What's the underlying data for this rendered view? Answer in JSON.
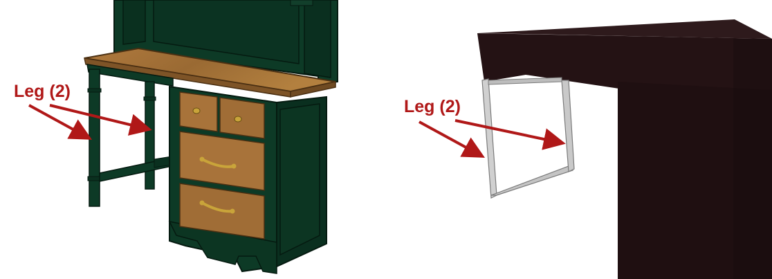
{
  "colors": {
    "annotation": "#b01818",
    "desk_green": "#0d3a26",
    "desk_green_dark": "#072516",
    "wood": "#a8733a",
    "wood_dark": "#7e5427",
    "brass": "#c9a43a",
    "desk_black": "#241214",
    "desk_black_side": "#180b0d",
    "desk_black_top": "#2e1a1c",
    "metal_leg": "#c9c9c9"
  },
  "left_figure": {
    "object": "wooden-desk-with-hutch",
    "callout": {
      "label": "Leg (2)"
    }
  },
  "right_figure": {
    "object": "black-modern-desk",
    "callout": {
      "label": "Leg (2)"
    }
  }
}
